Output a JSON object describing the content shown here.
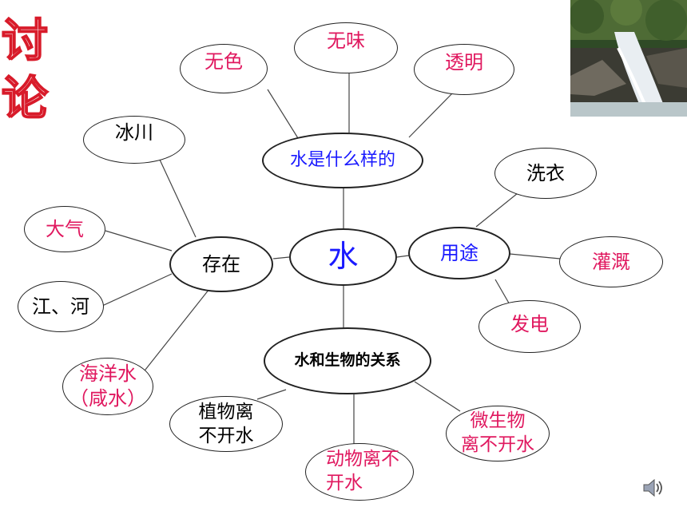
{
  "title": {
    "char1": "讨",
    "char2": "论"
  },
  "center": {
    "label": "水"
  },
  "hubs": {
    "what_like": "水是什么样的",
    "exist": "存在",
    "use": "用途",
    "relation": "水和生物的关系"
  },
  "properties": {
    "colorless": "无色",
    "tasteless": "无味",
    "transparent": "透明"
  },
  "existence": {
    "glacier": "冰川",
    "air": "大气",
    "river": "江、河",
    "ocean_line1": "海洋水",
    "ocean_line2": "（咸水）"
  },
  "uses": {
    "laundry": "洗衣",
    "irrigation": "灌溉",
    "power": "发电"
  },
  "relations": {
    "plants_line1": "植物离",
    "plants_line2": "不开水",
    "animals_line1": "动物离不",
    "animals_line2": "开水",
    "microbes_line1": "微生物",
    "microbes_line2": "离不开水"
  },
  "colors": {
    "blue": "#1a1aff",
    "pink": "#e0185f",
    "black": "#000000",
    "title_red": "#d81b2a"
  },
  "icons": {
    "photo": "waterfall-photo",
    "sound": "speaker-icon"
  }
}
